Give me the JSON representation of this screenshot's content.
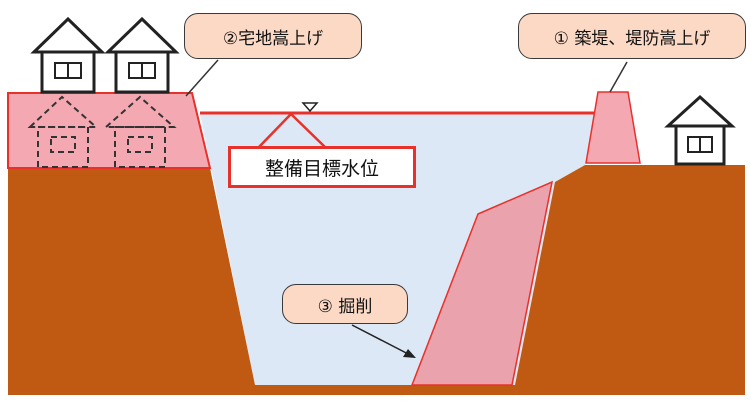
{
  "labels": {
    "levee": "① 築堤、堤防嵩上げ",
    "land": "②宅地嵩上げ",
    "excavation": "③ 掘削",
    "water_level": "整備目標水位"
  },
  "colors": {
    "ground": "#c05a13",
    "raised_fill": "#f4a9b2",
    "raised_stroke": "#e8312a",
    "water": "#dce8f5",
    "water_line": "#e8312a",
    "callout_fill": "#fbd9c5"
  },
  "icons": [
    "house-icon",
    "water-level-triangle-icon",
    "dashed-house-icon"
  ]
}
